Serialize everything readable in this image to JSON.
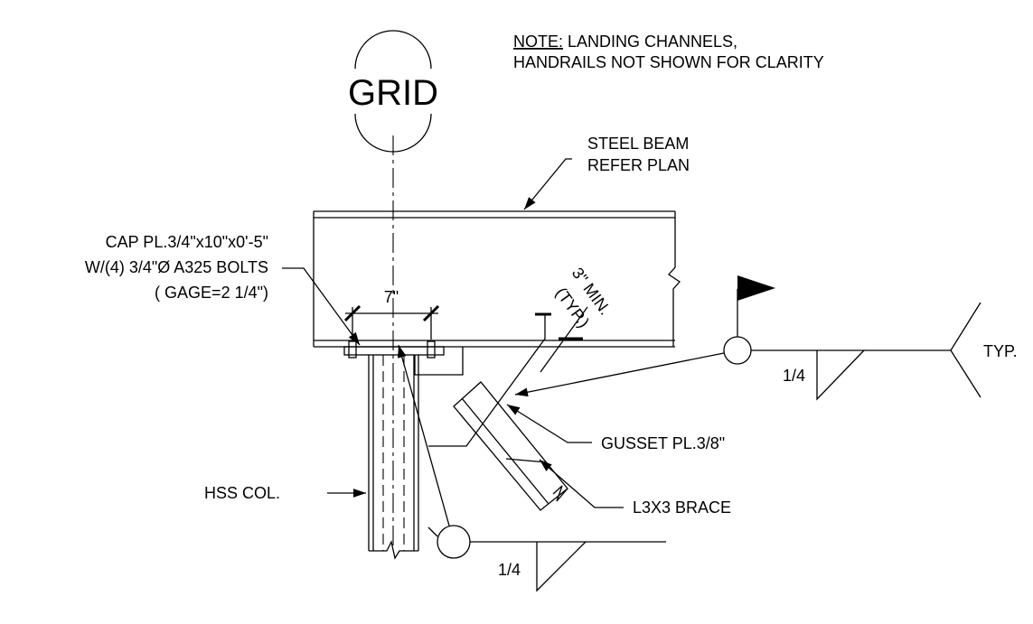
{
  "note": {
    "prefix": "NOTE:",
    "line1": " LANDING CHANNELS,",
    "line2": "HANDRAILS NOT SHOWN FOR CLARITY"
  },
  "grid": {
    "label": "GRID"
  },
  "beam": {
    "line1": "STEEL BEAM",
    "line2": "REFER PLAN"
  },
  "cap_plate": {
    "line1": "CAP PL.3/4\"x10\"x0'-5\"",
    "line2": "W/(4) 3/4\"Ø A325 BOLTS",
    "line3": "( GAGE=2 1/4\")"
  },
  "bolt_spacing": {
    "label": "7\""
  },
  "edge_distance": {
    "line1": "3\" MIN.",
    "line2": "(TYP.)"
  },
  "weld_right": {
    "size": "1/4",
    "typ": "TYP."
  },
  "weld_bottom": {
    "size": "1/4"
  },
  "gusset": {
    "label": "GUSSET PL.3/8\""
  },
  "brace": {
    "label": "L3X3 BRACE"
  },
  "column": {
    "label": "HSS COL."
  }
}
